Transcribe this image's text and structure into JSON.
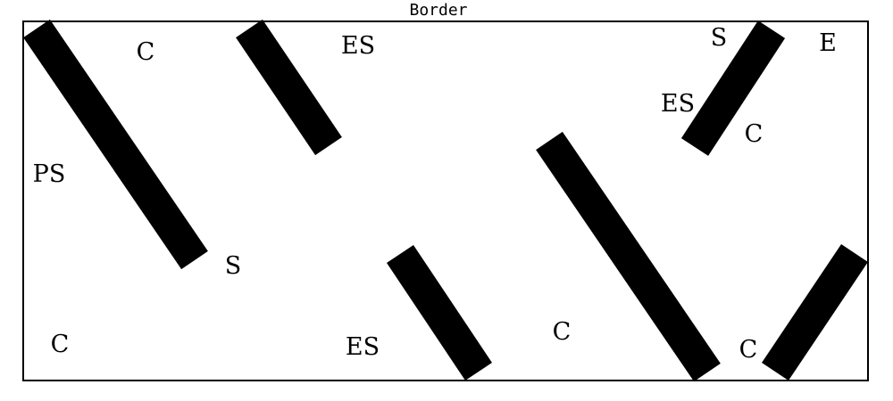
{
  "title": "Border",
  "colors": {
    "background": "#ffffff",
    "ink": "#000000"
  },
  "labels": [
    {
      "id": "c-top-left",
      "text": "C"
    },
    {
      "id": "es-top-mid",
      "text": "ES"
    },
    {
      "id": "s-top-right",
      "text": "S"
    },
    {
      "id": "e-top-right",
      "text": "E"
    },
    {
      "id": "es-right",
      "text": "ES"
    },
    {
      "id": "c-right",
      "text": "C"
    },
    {
      "id": "ps-left",
      "text": "PS"
    },
    {
      "id": "s-mid-left",
      "text": "S"
    },
    {
      "id": "c-bottom-left",
      "text": "C"
    },
    {
      "id": "es-bottom-mid",
      "text": "ES"
    },
    {
      "id": "c-bottom-mid",
      "text": "C"
    },
    {
      "id": "c-bottom-right",
      "text": "C"
    }
  ],
  "bars": [
    {
      "id": "bar-long-left"
    },
    {
      "id": "bar-short-top-left"
    },
    {
      "id": "bar-short-top-right"
    },
    {
      "id": "bar-long-right"
    },
    {
      "id": "bar-short-bottom-mid"
    },
    {
      "id": "bar-short-bottom-right"
    }
  ]
}
